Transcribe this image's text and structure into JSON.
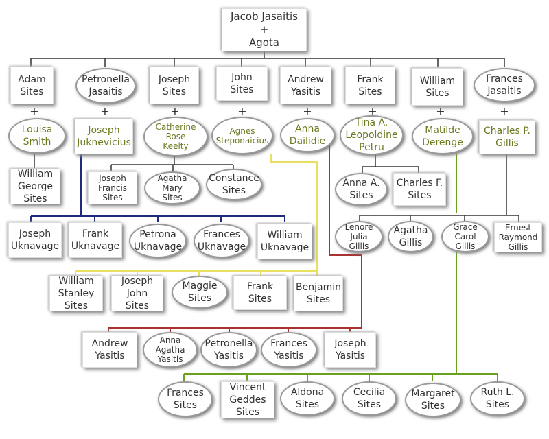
{
  "root": {
    "name": "Jacob Jasaitis",
    "joiner": "+",
    "spouse": "Agota"
  },
  "plus": "+",
  "colors": {
    "text": "#333333",
    "spouse_text": "#6b7a1f",
    "line_black": "#333333",
    "line_blue": "#1f2a7a",
    "line_yellow": "#e8e060",
    "line_red": "#a83232",
    "line_green": "#6aa020"
  },
  "children": [
    {
      "name": "Adam\nSites",
      "spouse": "Louisa\nSmith"
    },
    {
      "name": "Petronella\nJasaitis",
      "spouse": "Joseph\nJuknevicius"
    },
    {
      "name": "Joseph\nSites",
      "spouse": "Catherine\nRose\nKeelty"
    },
    {
      "name": "John\nSites",
      "spouse": "Agnes\nSteponaicius"
    },
    {
      "name": "Andrew\nYasitis",
      "spouse": "Anna\nDailidie"
    },
    {
      "name": "Frank\nSites",
      "spouse": "Tina A.\nLeopoldine\nPetru"
    },
    {
      "name": "William\nSites",
      "spouse": "Matilde\nDerenge"
    },
    {
      "name": "Frances\nJasaitis",
      "spouse": "Charles P.\nGillis"
    }
  ],
  "grandchildren": {
    "adam": [
      "William\nGeorge\nSites"
    ],
    "joseph": [
      "Joseph\nFrancis\nSites",
      "Agatha\nMary\nSites",
      "Constance\nSites"
    ],
    "frank": [
      "Anna A.\nSites",
      "Charles F.\nSites"
    ],
    "petronella": [
      "Joseph\nUknavage",
      "Frank\nUknavage",
      "Petrona\nUknavage",
      "Frances\nUknavage",
      "William\nUknavage"
    ],
    "frances": [
      "Lenore\nJulia\nGillis",
      "Agatha\nGillis",
      "Grace\nCarol\nGillis",
      "Ernest\nRaymond\nGillis"
    ],
    "john": [
      "William\nStanley\nSites",
      "Joseph\nJohn\nSites",
      "Maggie\nSites",
      "Frank\nSites",
      "Benjamin\nSites"
    ],
    "andrew": [
      "Andrew\nYasitis",
      "Anna\nAgatha\nYasitis",
      "Petronella\nYasitis",
      "Frances\nYasitis",
      "Joseph\nYasitis"
    ],
    "william": [
      "Frances\nSites",
      "Vincent\nGeddes\nSites",
      "Aldona\nSites",
      "Cecilia\nSites",
      "Margaret\nSites",
      "Ruth L.\nSites"
    ]
  }
}
